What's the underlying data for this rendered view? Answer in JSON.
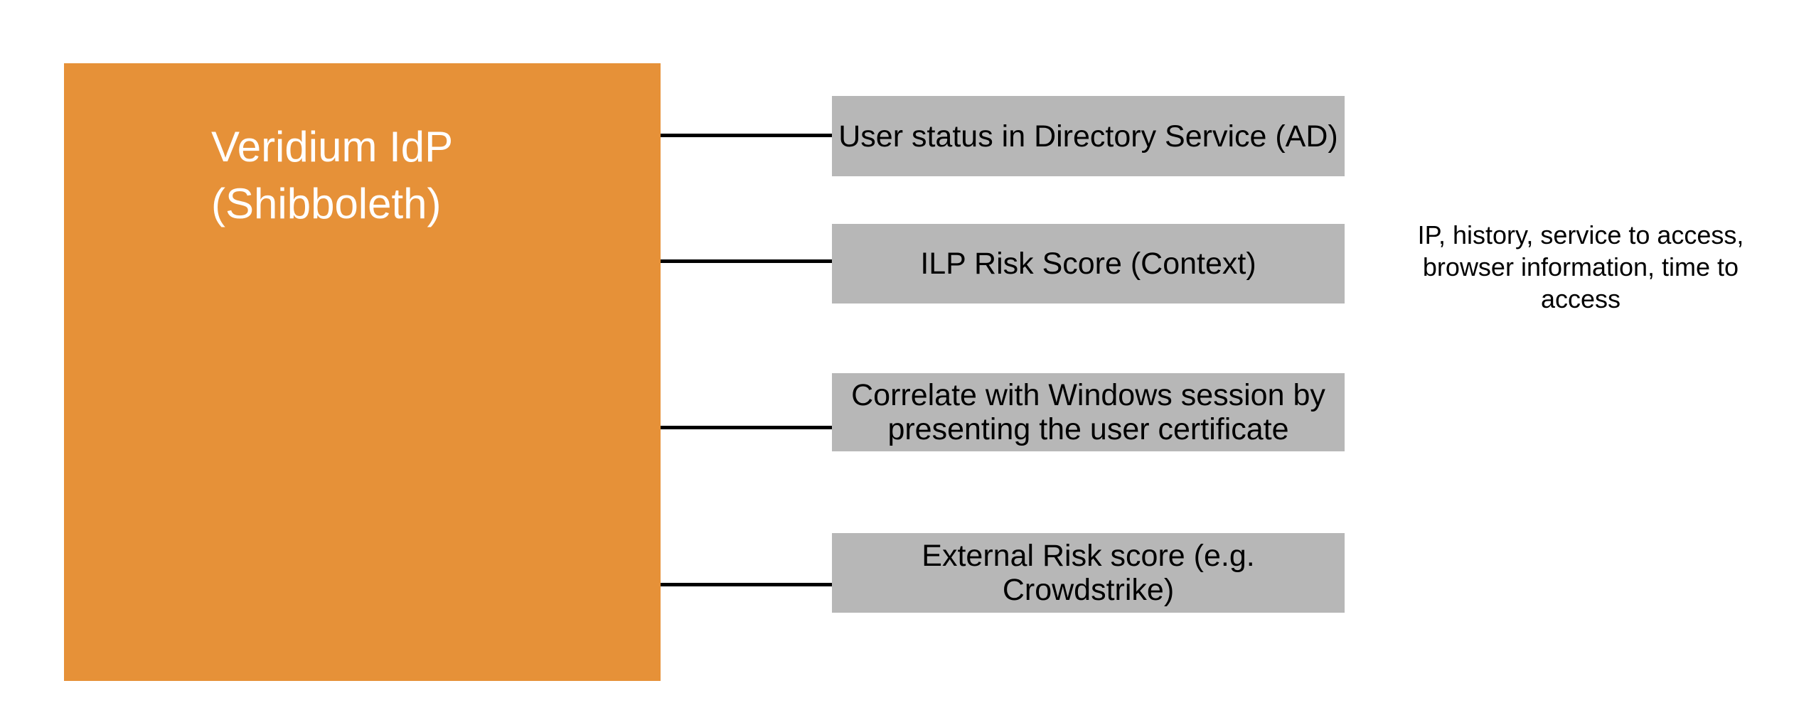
{
  "colors": {
    "background": "#FFFFFF",
    "main_node_fill": "#E69138",
    "main_node_text": "#FFFFFF",
    "factor_node_fill": "#B7B7B7",
    "factor_node_text": "#000000",
    "connector": "#000000",
    "annotation_text": "#000000"
  },
  "diagram": {
    "main_node": {
      "label": "Veridium IdP\n(Shibboleth)"
    },
    "factor_nodes": [
      {
        "label": "User status in Directory Service (AD)"
      },
      {
        "label": "ILP Risk Score (Context)"
      },
      {
        "label": "Correlate with Windows session by\npresenting the user certificate"
      },
      {
        "label": "External Risk score (e.g. Crowdstrike)"
      }
    ],
    "annotation": "IP, history, service to access,\nbrowser information, time to\naccess"
  }
}
